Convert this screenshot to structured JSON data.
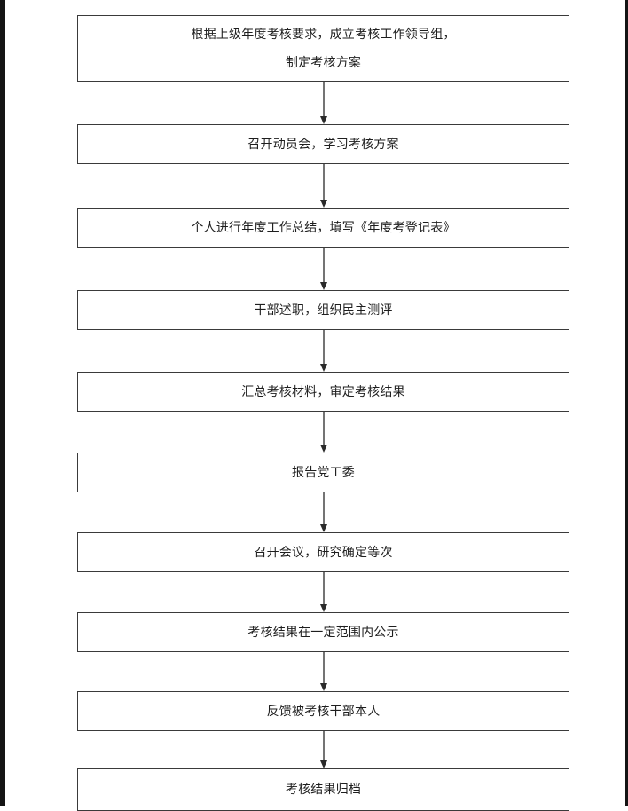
{
  "flowchart": {
    "steps": [
      {
        "lines": [
          "根据上级年度考核要求，成立考核工作领导组，",
          "制定考核方案"
        ]
      },
      {
        "lines": [
          "召开动员会，学习考核方案"
        ]
      },
      {
        "lines": [
          "个人进行年度工作总结，填写《年度考登记表》"
        ]
      },
      {
        "lines": [
          "干部述职，组织民主测评"
        ]
      },
      {
        "lines": [
          "汇总考核材料，审定考核结果"
        ]
      },
      {
        "lines": [
          "报告党工委"
        ]
      },
      {
        "lines": [
          "召开会议，研究确定等次"
        ]
      },
      {
        "lines": [
          "考核结果在一定范围内公示"
        ]
      },
      {
        "lines": [
          "反馈被考核干部本人"
        ]
      },
      {
        "lines": [
          "考核结果归档"
        ]
      }
    ]
  }
}
